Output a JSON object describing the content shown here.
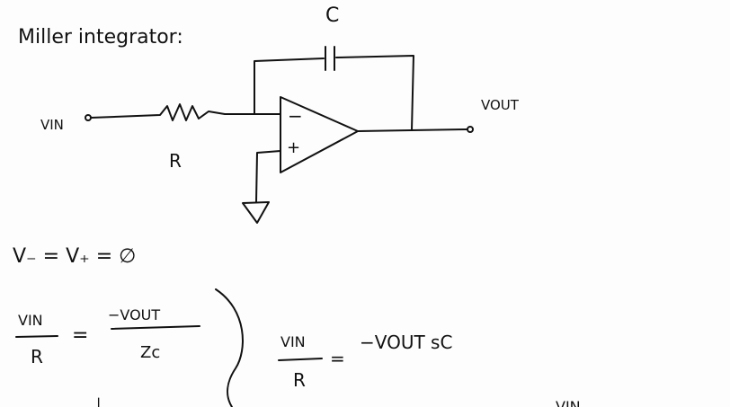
{
  "title": "Miller integrator:",
  "circuit": {
    "capacitor_label": "C",
    "input_label": "VIN",
    "resistor_label": "R",
    "output_label": "VOUT",
    "inverting_sign": "−",
    "noninverting_sign": "+"
  },
  "equations": {
    "virtual_ground": "V₋ = V₊ = ∅",
    "eq1": {
      "lhs_num": "VIN",
      "lhs_den": "R",
      "equals": "=",
      "rhs_num": "−VOUT",
      "rhs_den": "Zc"
    },
    "eq2": {
      "lhs_num": "VIN",
      "lhs_den": "R",
      "equals": "=",
      "rhs": "−VOUT sC"
    },
    "partial_symbol": "⊥",
    "partial_vin": "VIN"
  }
}
